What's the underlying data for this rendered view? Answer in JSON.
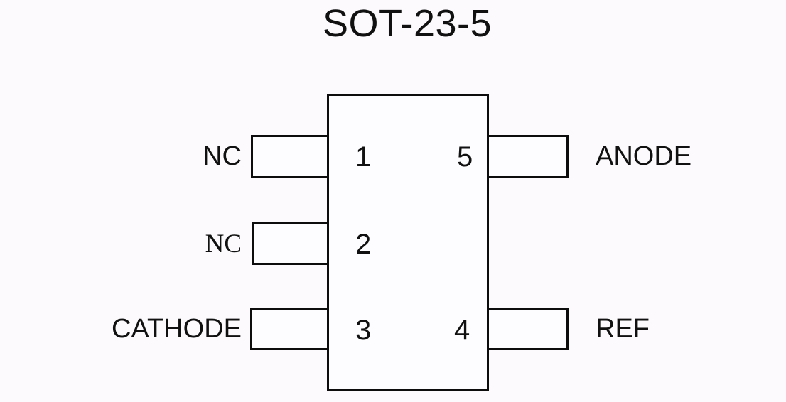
{
  "title": "SOT-23-5",
  "package": {
    "name": "SOT-23-5",
    "pin_count": 5,
    "outline_color": "#0d0d0d",
    "background_color": "#fcfafd",
    "text_color": "#111111"
  },
  "pins": [
    {
      "number": "1",
      "name": "NC",
      "side": "left",
      "font": "sans-serif"
    },
    {
      "number": "2",
      "name": "NC",
      "side": "left",
      "font": "serif"
    },
    {
      "number": "3",
      "name": "CATHODE",
      "side": "left",
      "font": "sans-serif"
    },
    {
      "number": "4",
      "name": "REF",
      "side": "right",
      "font": "sans-serif"
    },
    {
      "number": "5",
      "name": "ANODE",
      "side": "right",
      "font": "sans-serif"
    }
  ]
}
